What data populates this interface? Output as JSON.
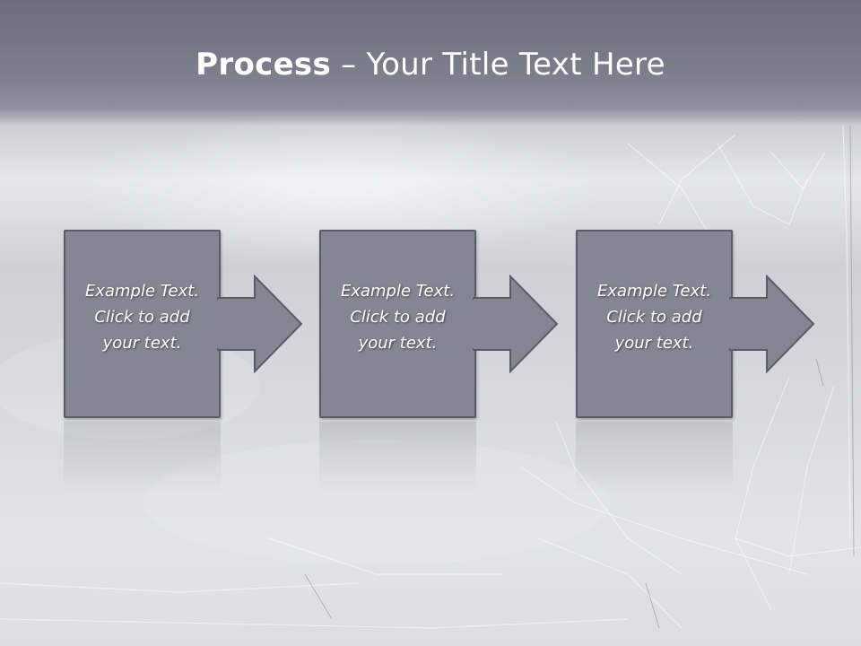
{
  "slide": {
    "title_bold": "Process",
    "title_rest": " – Your Title Text Here"
  },
  "steps": [
    {
      "line1": "Example Text.",
      "line2": "Click  to add",
      "line3": "your text."
    },
    {
      "line1": "Example Text.",
      "line2": "Click  to add",
      "line3": "your text."
    },
    {
      "line1": "Example Text.",
      "line2": "Click  to add",
      "line3": "your text."
    }
  ],
  "colors": {
    "box_fill": "#868593",
    "box_border": "#5b5b68",
    "title_bar": "#7b7b89",
    "text": "#ffffff"
  }
}
